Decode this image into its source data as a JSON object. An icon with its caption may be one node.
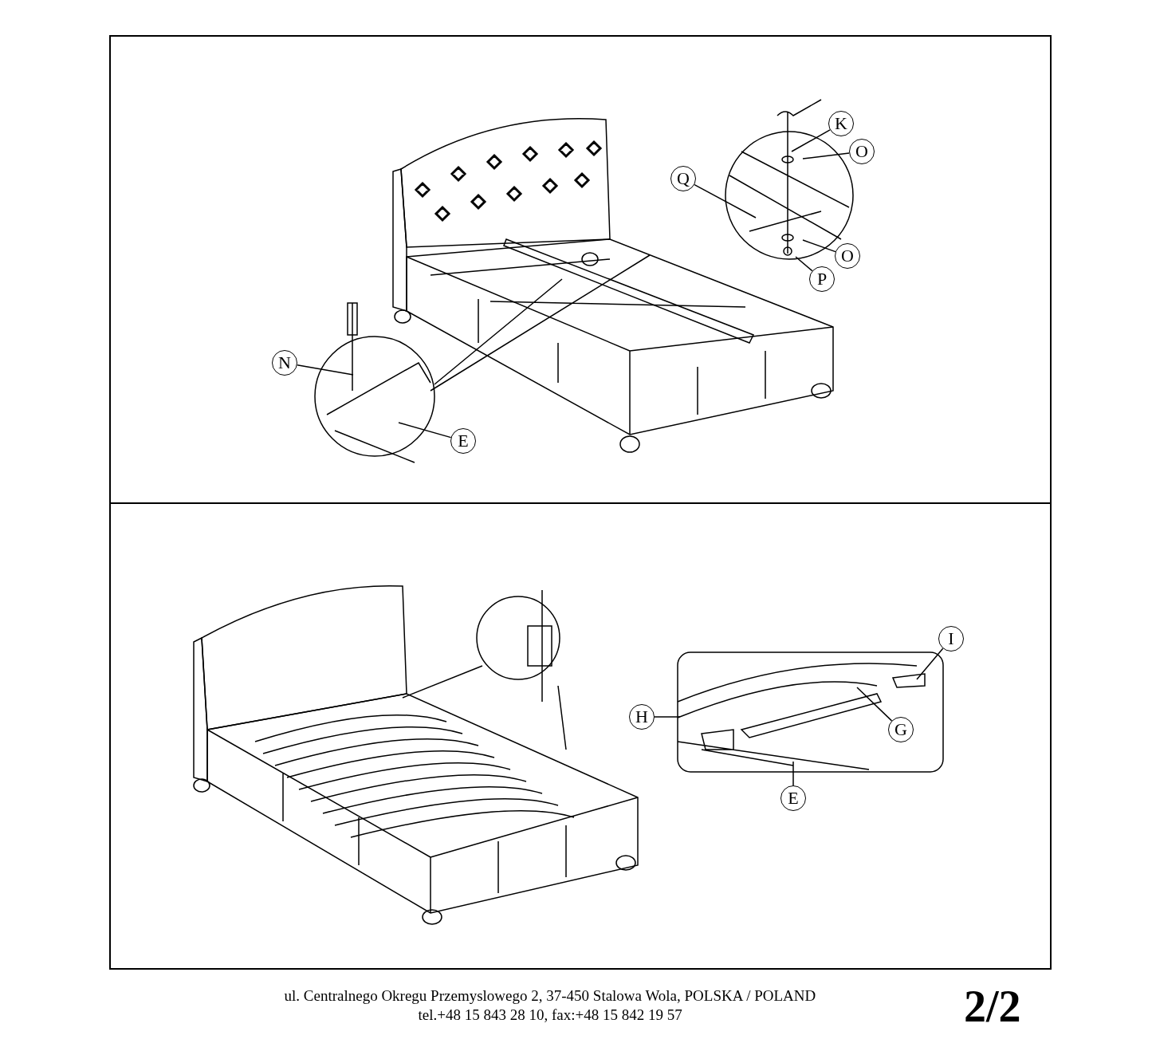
{
  "diagram": {
    "nodes": [
      {
        "text": [
          "K"
        ]
      },
      {
        "text": [
          "O"
        ]
      },
      {
        "text": [
          "Q"
        ]
      },
      {
        "text": [
          "O"
        ]
      },
      {
        "text": [
          "P"
        ]
      },
      {
        "text": [
          "N"
        ]
      },
      {
        "text": [
          "E"
        ]
      },
      {
        "text": [
          "H"
        ]
      },
      {
        "text": [
          "G"
        ]
      },
      {
        "text": [
          "I"
        ]
      },
      {
        "text": [
          "E"
        ]
      }
    ],
    "edges": [
      {
        "from": 0,
        "to": null,
        "arrow": "none"
      },
      {
        "from": 1,
        "to": null,
        "arrow": "none"
      },
      {
        "from": 2,
        "to": null,
        "arrow": "none"
      },
      {
        "from": 3,
        "to": null,
        "arrow": "none"
      },
      {
        "from": 4,
        "to": null,
        "arrow": "none"
      },
      {
        "from": 5,
        "to": null,
        "arrow": "none"
      },
      {
        "from": 6,
        "to": null,
        "arrow": "none"
      },
      {
        "from": 7,
        "to": null,
        "arrow": "none"
      },
      {
        "from": 8,
        "to": null,
        "arrow": "none"
      },
      {
        "from": 9,
        "to": null,
        "arrow": "none"
      },
      {
        "from": 10,
        "to": null,
        "arrow": "none"
      }
    ],
    "labels": [
      "ul. Centralnego Okregu Przemyslowego 2, 37-450 Stalowa Wola, POLSKA / POLAND",
      "tel.+48 15 843 28 10, fax:+48 15 842 19 57",
      "2/2"
    ]
  }
}
